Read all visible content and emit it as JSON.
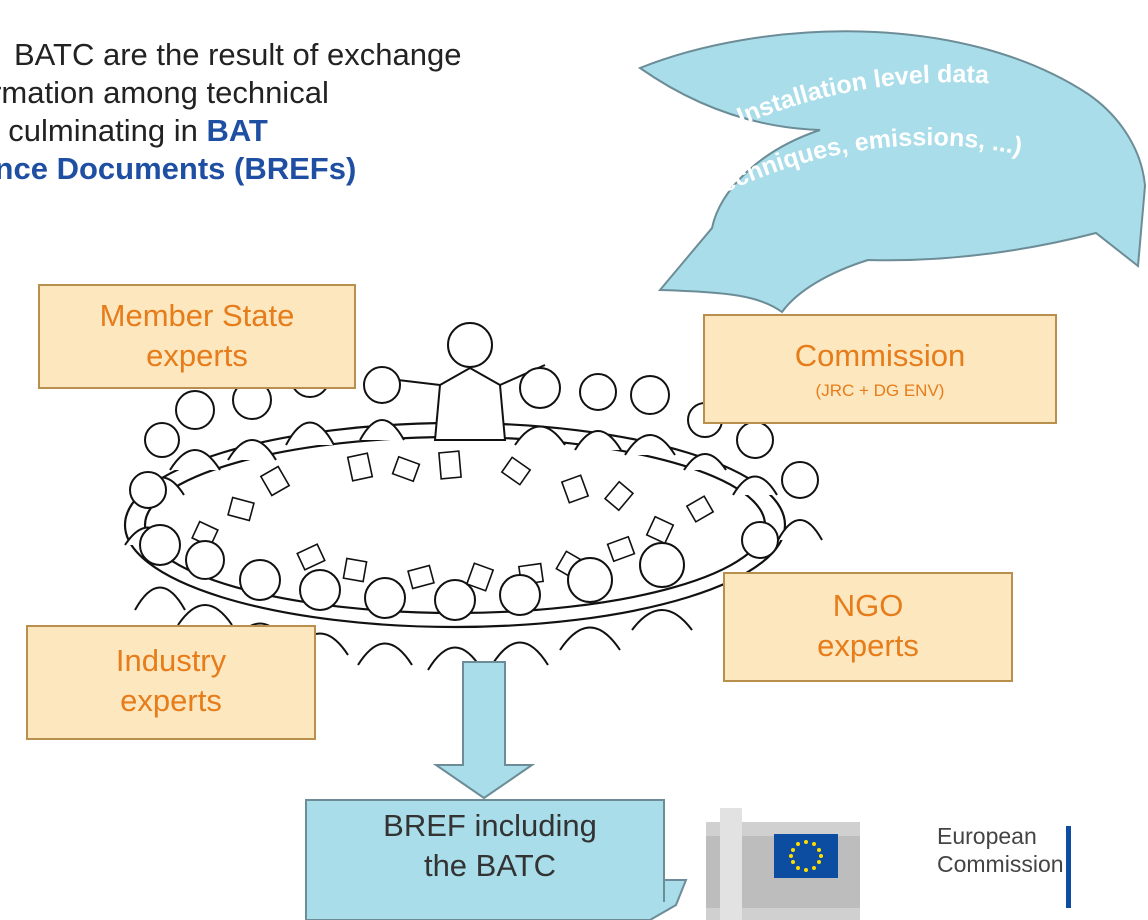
{
  "intro": {
    "line1": "BATC are the result of exchange",
    "line2": "nformation among technical",
    "line3_prefix": "erts culminating in ",
    "line3_bold": "BAT",
    "line4_bold": "erence Documents (BREFs)"
  },
  "curved_arrow": {
    "line1": "Installation level data",
    "line2": "(techniques, emissions, ...)"
  },
  "boxes": {
    "member_state": [
      "Member State",
      "experts"
    ],
    "commission": "Commission",
    "commission_sub": "(JRC + DG ENV)",
    "industry": [
      "Industry",
      "experts"
    ],
    "ngo": [
      "NGO",
      "experts"
    ]
  },
  "bref": [
    "BREF including",
    "the BATC"
  ],
  "logo": [
    "European",
    "Commission"
  ],
  "colors": {
    "box_fill": "#fde7bf",
    "box_text": "#e67c1a",
    "arrow_fill": "#a8dde9",
    "intro_bold": "#1f4fa3",
    "eu_blue": "#0c4da2",
    "eu_star": "#ffdd00"
  }
}
